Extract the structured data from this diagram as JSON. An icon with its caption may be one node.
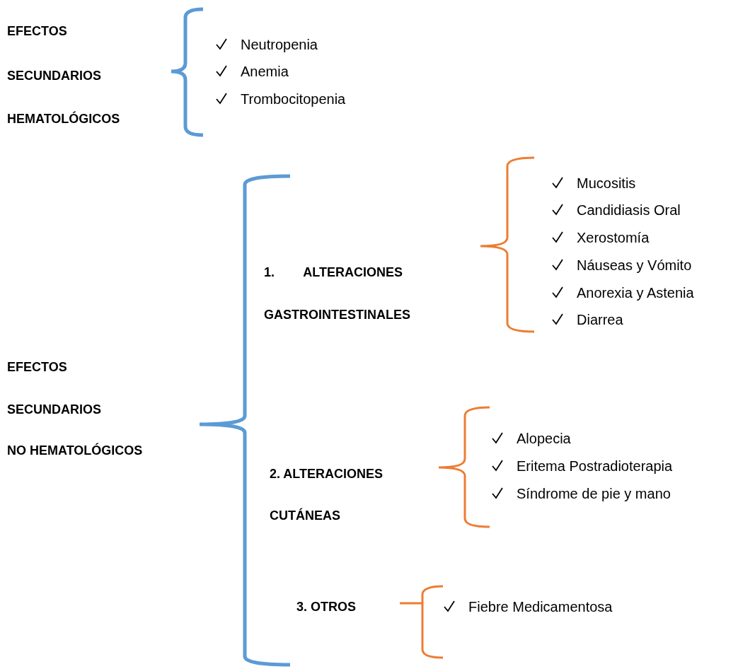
{
  "diagram": {
    "labels": [
      "EFECTOS",
      "SECUNDARIOS",
      "HEMATOLÓGICOS",
      "Neutropenia",
      "Anemia",
      "Trombocitopenia",
      "1. ALTERACIONES",
      "GASTROINTESTINALES",
      "Mucositis",
      "Candidiasis Oral",
      "Xerostomía",
      "Náuseas y Vómito",
      "Anorexia y Astenia",
      "Diarrea",
      "EFECTOS",
      "SECUNDARIOS",
      "NO HEMATOLÓGICOS",
      "2. ALTERACIONES",
      "CUTÁNEAS",
      "Alopecia",
      "Eritema Postradioterapia",
      "Síndrome de pie y mano",
      "3. OTROS",
      "Fiebre Medicamentosa"
    ]
  }
}
